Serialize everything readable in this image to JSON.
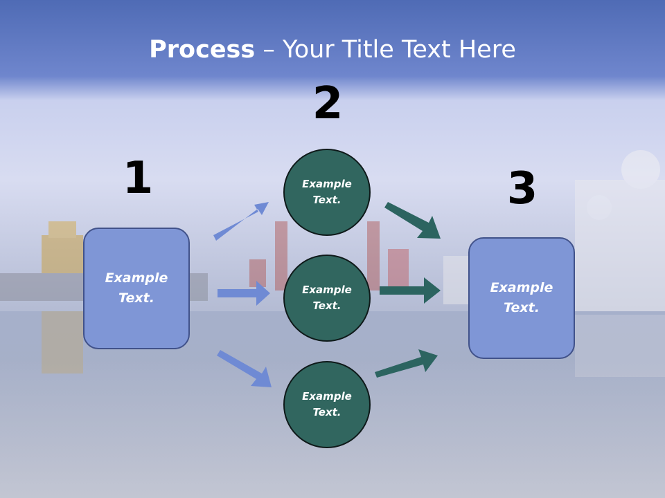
{
  "slide": {
    "title_bold": "Process",
    "title_rest": " – Your Title Text Here",
    "steps": [
      {
        "number": "1",
        "text": "Example Text."
      },
      {
        "number": "2",
        "text": "Example Text."
      },
      {
        "number": "3",
        "text": "Example Text."
      }
    ],
    "circles": [
      {
        "text": "Example Text."
      },
      {
        "text": "Example Text."
      },
      {
        "text": "Example Text."
      }
    ]
  },
  "colors": {
    "box_fill": "#7f96d6",
    "circle_fill": "#31665f",
    "arrow_blue": "#6f8ad4",
    "arrow_teal": "#2c6460"
  }
}
